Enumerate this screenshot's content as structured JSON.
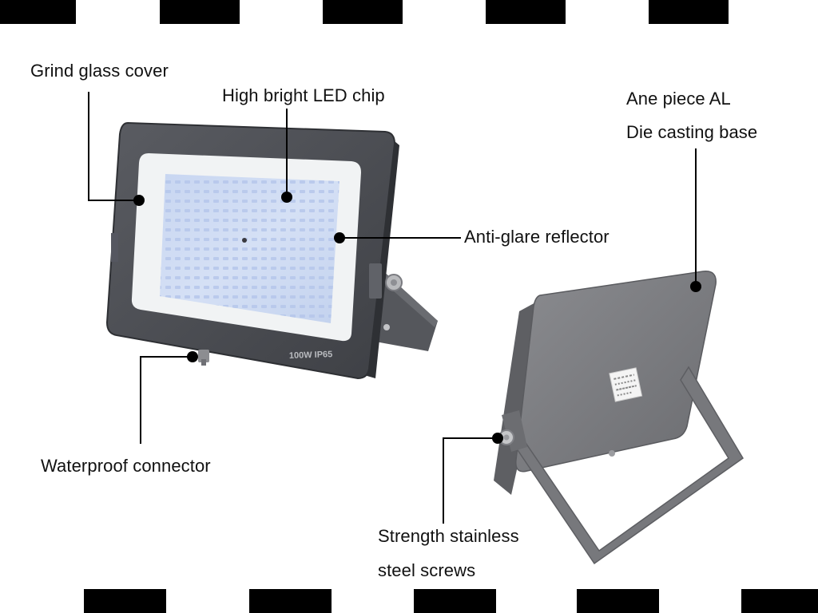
{
  "product": {
    "model_marking": "100W IP65",
    "colors": {
      "housing": "#4a4c51",
      "housing_edge": "#2e3034",
      "diffuser_frame": "#f1f3f4",
      "led_panel": "#cfdbf2",
      "rear_housing": "#7f8084",
      "bracket": "#75767a",
      "leader_line": "#000000"
    }
  },
  "labels": {
    "grind_glass_cover": "Grind glass cover",
    "high_bright_led_chip": "High bright LED chip",
    "ane_piece_al_line1": "Ane piece AL",
    "ane_piece_al_line2": "Die casting base",
    "anti_glare_reflector": "Anti-glare reflector",
    "waterproof_connector": "Waterproof connector",
    "stainless_screws_line1": "Strength stainless",
    "stainless_screws_line2": "steel screws"
  }
}
